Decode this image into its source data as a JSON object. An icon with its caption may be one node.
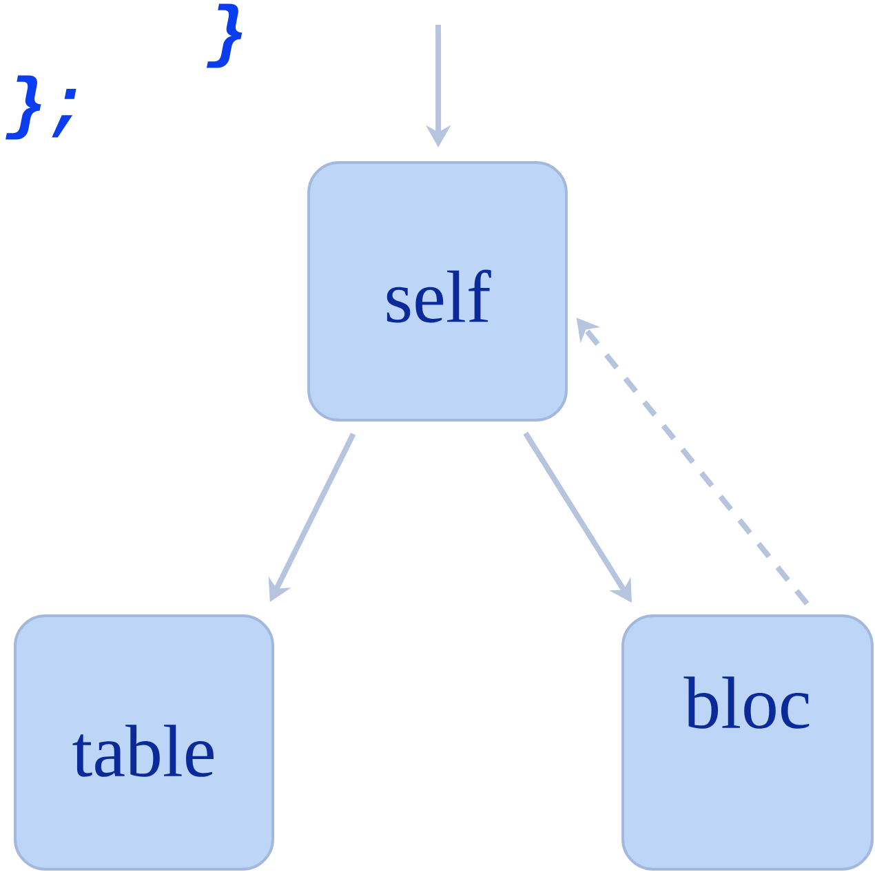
{
  "diagram": {
    "nodes": [
      {
        "text": [
          "self"
        ]
      },
      {
        "text": [
          "table"
        ]
      },
      {
        "text": [
          "bloc"
        ]
      }
    ],
    "edges": [
      {
        "from": null,
        "to": 0,
        "arrow": "to"
      },
      {
        "from": 0,
        "to": 1,
        "arrow": "to"
      },
      {
        "from": 0,
        "to": 2,
        "arrow": "to"
      },
      {
        "from": 2,
        "to": 0,
        "arrow": "to",
        "style": "dashed"
      }
    ],
    "labels": [
      "}",
      "};"
    ]
  }
}
